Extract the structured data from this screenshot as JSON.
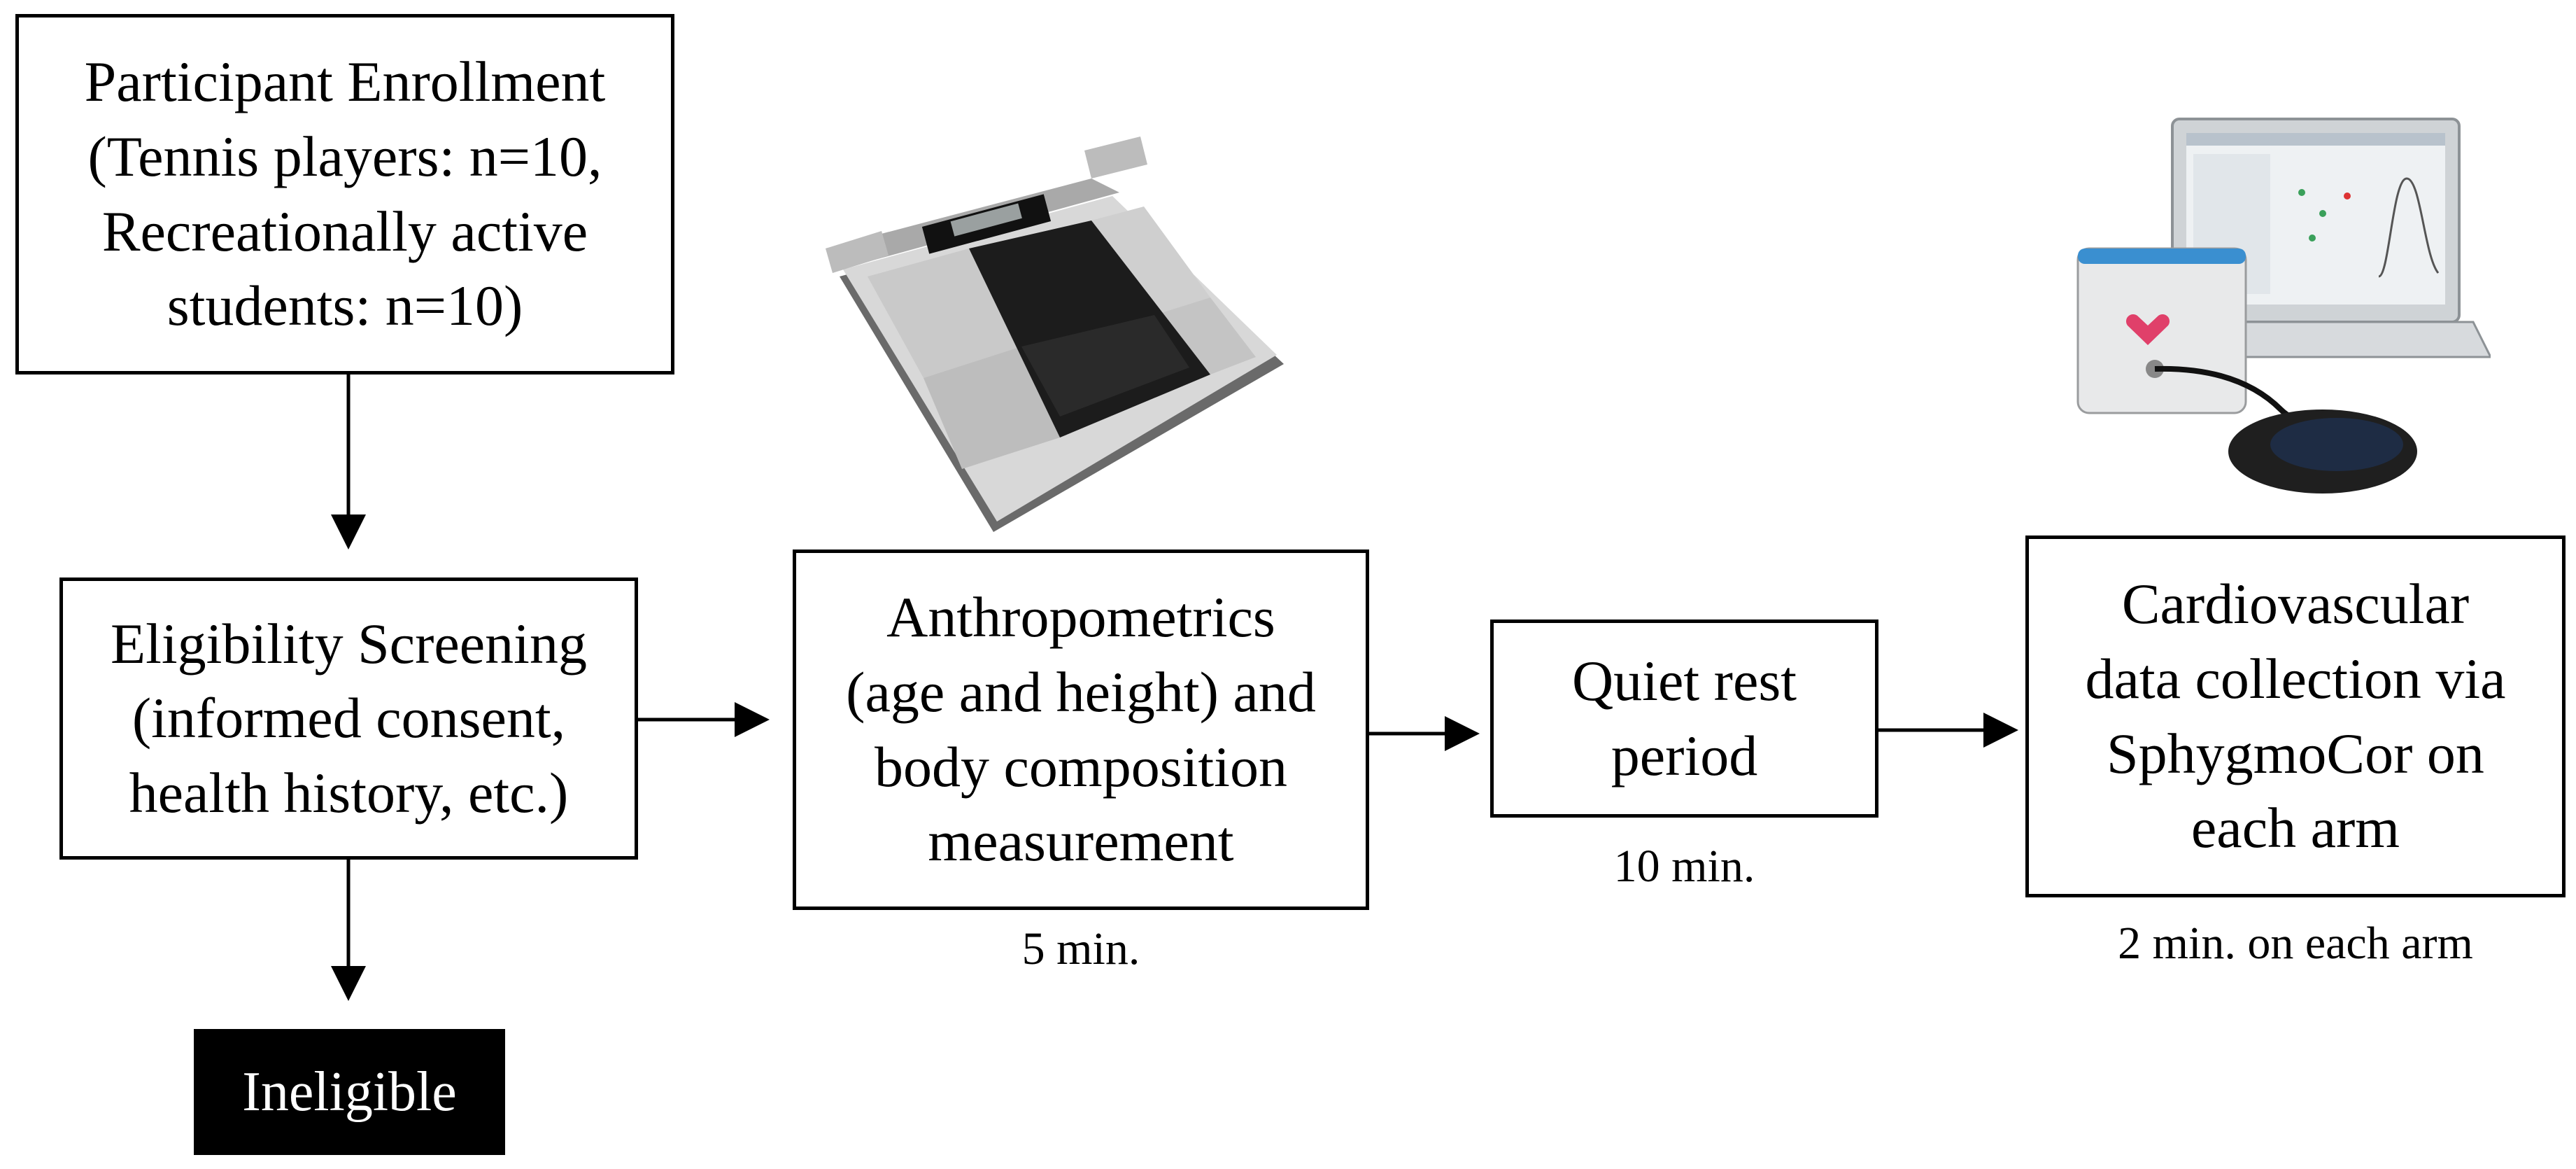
{
  "boxes": {
    "enrollment": [
      "Participant Enrollment",
      "(Tennis players: n=10,",
      "Recreationally active",
      "students: n=10)"
    ],
    "screening": [
      "Eligibility Screening",
      "(informed consent,",
      "health history, etc.)"
    ],
    "ineligible": [
      "Ineligible"
    ],
    "anthro": [
      "Anthropometrics",
      "(age and height) and",
      "body composition",
      "measurement"
    ],
    "rest": [
      "Quiet rest",
      "period"
    ],
    "cardio": [
      "Cardiovascular",
      "data collection via",
      "SphygmoCor on",
      "each arm"
    ]
  },
  "durations": {
    "anthro": "5 min.",
    "rest": "10 min.",
    "cardio": "2 min. on each arm"
  },
  "images": {
    "scale": "body-composition-scale-illustration",
    "device": "sphygmocor-device-and-laptop-illustration"
  }
}
